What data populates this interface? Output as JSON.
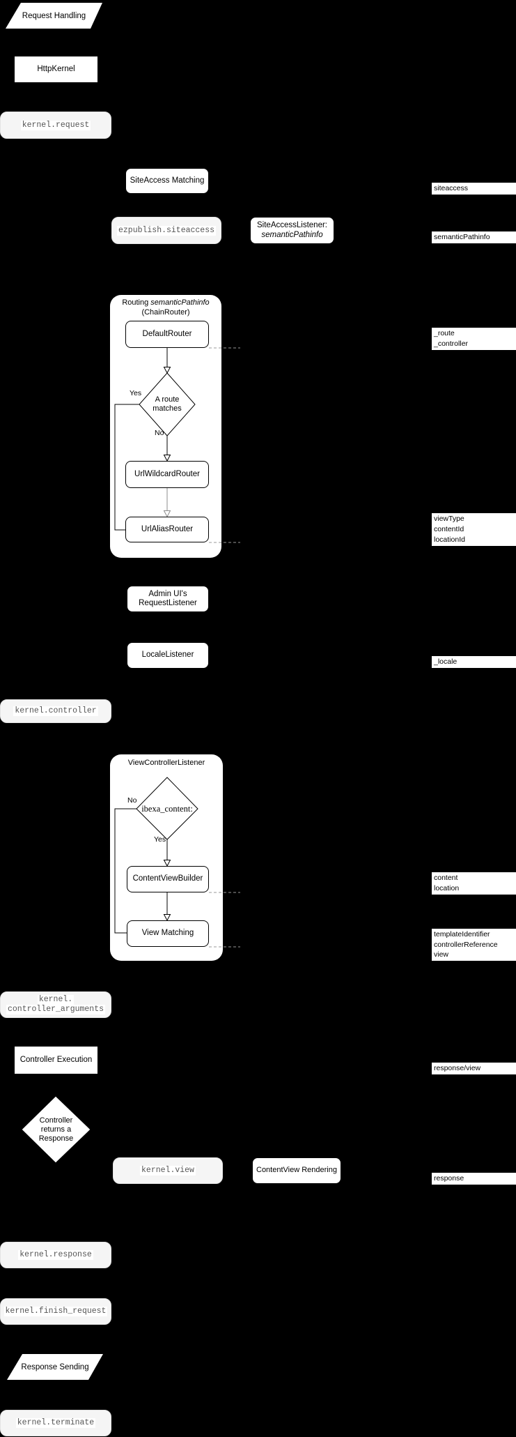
{
  "nodes": {
    "request_handling": "Request Handling",
    "http_kernel": "HttpKernel",
    "site_access_matching": "SiteAccess Matching",
    "site_access_listener_line1": "SiteAccessListener:",
    "site_access_listener_line2": "semanticPathinfo",
    "admin_ui_line1": "Admin UI's",
    "admin_ui_line2": "RequestListener",
    "locale_listener": "LocaleListener",
    "controller_execution": "Controller Execution",
    "content_view_rendering": "ContentView Rendering",
    "response_sending": "Response Sending",
    "response_diamond_line1": "Controller",
    "response_diamond_line2": "returns a",
    "response_diamond_line3": "Response"
  },
  "events": {
    "request": "kernel.request",
    "siteaccess": "ezpublish.siteaccess",
    "controller": "kernel.controller",
    "controller_arguments_line1": "kernel.",
    "controller_arguments_line2": "controller_arguments",
    "view": "kernel.view",
    "response": "kernel.response",
    "finish_request": "kernel.finish_request",
    "terminate": "kernel.terminate"
  },
  "routing_container": {
    "title_prefix": "Routing ",
    "title_italic": "semanticPathinfo",
    "title_line2": "(ChainRouter)",
    "default_router": "DefaultRouter",
    "decision_line1": "A route",
    "decision_line2": "matches",
    "yes": "Yes",
    "no": "No",
    "url_wildcard_router": "UrlWildcardRouter",
    "url_alias_router": "UrlAliasRouter"
  },
  "view_controller_container": {
    "title": "ViewControllerListener",
    "decision": "ibexa_content:",
    "yes": "Yes",
    "no": "No",
    "content_view_builder": "ContentViewBuilder",
    "view_matching": "View Matching"
  },
  "labels": {
    "siteaccess": "siteaccess",
    "semantic_pathinfo": "semanticPathinfo",
    "route": "_route",
    "controller": "_controller",
    "view_type": "viewType",
    "content_id": "contentId",
    "location_id": "locationId",
    "locale": "_locale",
    "content": "content",
    "location": "location",
    "template_identifier": "templateIdentifier",
    "controller_reference": "controllerReference",
    "view": "view",
    "response_view": "response/view",
    "response": "response"
  },
  "colors": {
    "background": "#000000",
    "node_fill": "#ffffff",
    "event_fill": "#f5f5f5",
    "event_text": "#555555",
    "line": "#000000",
    "gray_line": "#8c8c8c"
  }
}
